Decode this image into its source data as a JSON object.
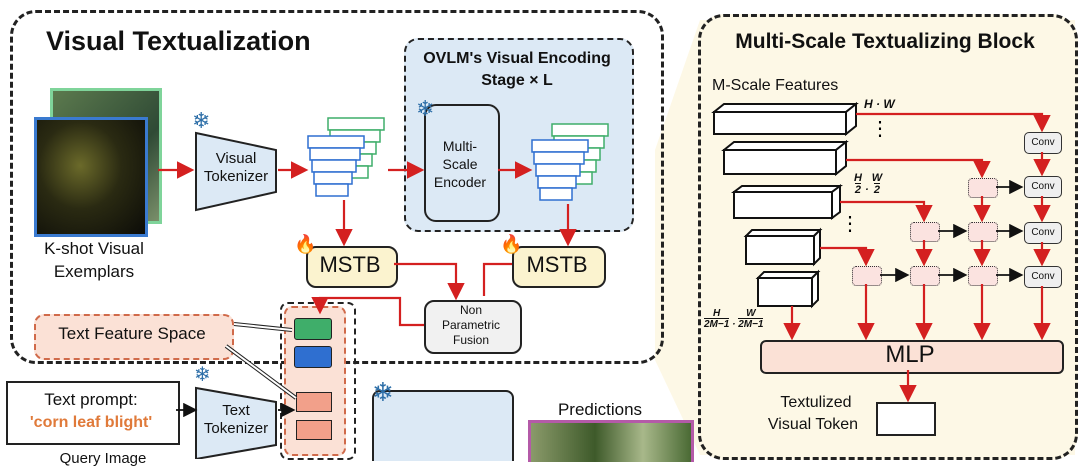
{
  "visual_textualization": {
    "title": "Visual Textualization",
    "exemplars_label_line1": "K-shot Visual",
    "exemplars_label_line2": "Exemplars",
    "visual_tokenizer_line1": "Visual",
    "visual_tokenizer_line2": "Tokenizer",
    "ovlm_title_line1": "OVLM's Visual Encoding",
    "ovlm_title_line2": "Stage × L",
    "encoder_line1": "Multi-",
    "encoder_line2": "Scale",
    "encoder_line3": "Encoder",
    "mstb_left": "MSTB",
    "mstb_right": "MSTB",
    "fusion_line1": "Non",
    "fusion_line2": "Parametric",
    "fusion_line3": "Fusion"
  },
  "lower": {
    "text_feature_space": "Text Feature Space",
    "text_prompt_line1": "Text prompt:",
    "text_prompt_line2": "'corn leaf blight'",
    "text_tokenizer_line1": "Text",
    "text_tokenizer_line2": "Tokenizer",
    "predictions": "Predictions",
    "query_image": "Query Image"
  },
  "mstb_block": {
    "title": "Multi-Scale Textualizing Block",
    "features_label": "M-Scale Features",
    "dim_top": "H · W",
    "dim_mid_num_h": "H",
    "dim_mid_den_h": "2",
    "dim_mid_num_w": "W",
    "dim_mid_den_w": "2",
    "dim_bot_num_h": "H",
    "dim_bot_den_h": "2M−1",
    "dim_bot_num_w": "W",
    "dim_bot_den_w": "2M−1",
    "conv_labels": [
      "Conv",
      "Conv",
      "Conv",
      "Conv"
    ],
    "mlp_label": "MLP",
    "output_line1": "Textulized",
    "output_line2": "Visual Token"
  },
  "colors": {
    "arrow_red": "#d42020",
    "panel_blue": "#dce9f5",
    "mstb_yellow": "#fbf3cf",
    "text_space_pink": "#fbe1d6",
    "right_panel_bg": "#fdf8e6",
    "green_token": "#3fae6a",
    "blue_token": "#2f6fd0",
    "pink_token": "#f2a08a",
    "prediction_border": "#b45aa8"
  }
}
